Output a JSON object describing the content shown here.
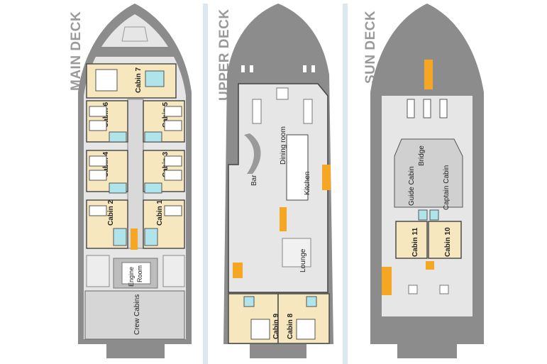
{
  "colors": {
    "hull": "#8c8c8c",
    "deck": "#e6e6e6",
    "cabin": "#f7e7be",
    "wall": "#4d4d4d",
    "stair": "#f5a623",
    "bath": "#aee4ea",
    "title": "#9a9a9a",
    "divider": "#dbe8ef"
  },
  "decks": {
    "main": {
      "title": "MAIN DECK",
      "labels": {
        "cabin7": "Cabin 7",
        "cabin6": "Cabin 6",
        "cabin5": "Cabin 5",
        "cabin4": "Cabin 4",
        "cabin3": "Cabin 3",
        "cabin2": "Cabin 2",
        "cabin1": "Cabin 1",
        "engine": "Engine",
        "room": "Room",
        "crew": "Crew Cabins"
      }
    },
    "upper": {
      "title": "UPPER DECK",
      "labels": {
        "dining": "Dining room",
        "bar": "Bar",
        "kitchen": "Kitchen",
        "lounge": "Lounge",
        "cabin9": "Cabin 9",
        "cabin8": "Cabin 8"
      }
    },
    "sun": {
      "title": "SUN DECK",
      "labels": {
        "bridge": "Bridge",
        "guide": "Guide Cabin",
        "captain": "Captain Cabin",
        "cabin11": "Cabin 11",
        "cabin10": "Cabin 10"
      }
    }
  }
}
